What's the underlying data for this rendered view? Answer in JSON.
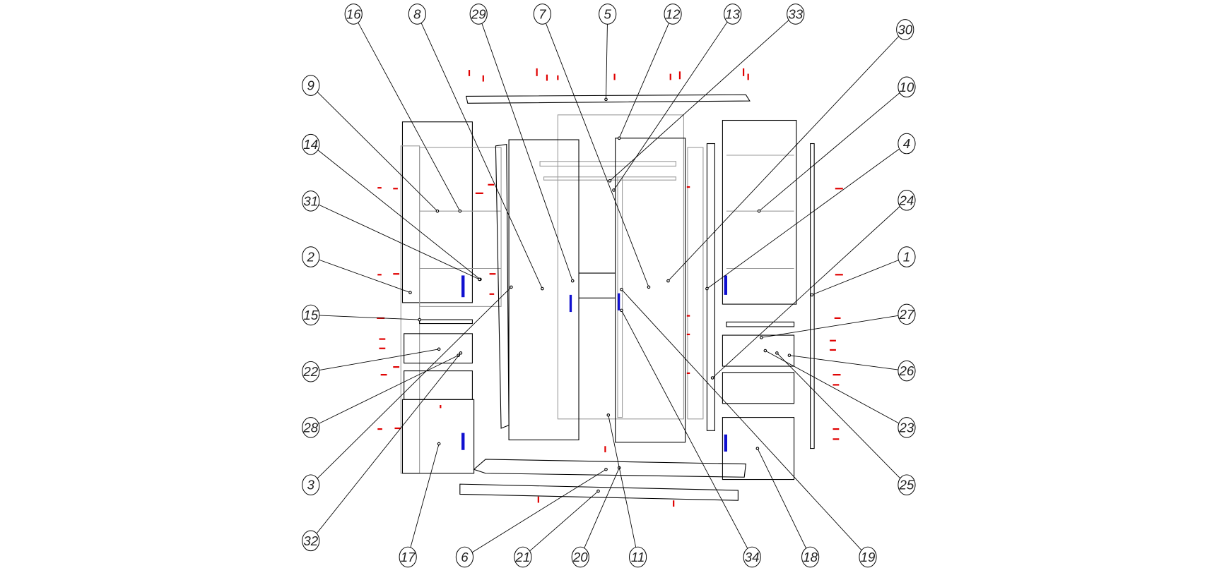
{
  "diagram": {
    "type": "exploded-assembly-drawing",
    "callouts": {
      "top": [
        "16",
        "8",
        "29",
        "7",
        "5",
        "12",
        "13",
        "33",
        "30"
      ],
      "left": [
        "9",
        "14",
        "31",
        "2",
        "15",
        "22",
        "28",
        "3",
        "32"
      ],
      "right": [
        "10",
        "4",
        "24",
        "1",
        "27",
        "26",
        "23",
        "25"
      ],
      "bottom": [
        "17",
        "6",
        "21",
        "20",
        "11",
        "34",
        "18",
        "19"
      ]
    },
    "colors": {
      "line": "#000000",
      "hidden_line": "#9a9a9a",
      "handle": "#1010d0",
      "hardware_mark": "#e00000"
    }
  }
}
